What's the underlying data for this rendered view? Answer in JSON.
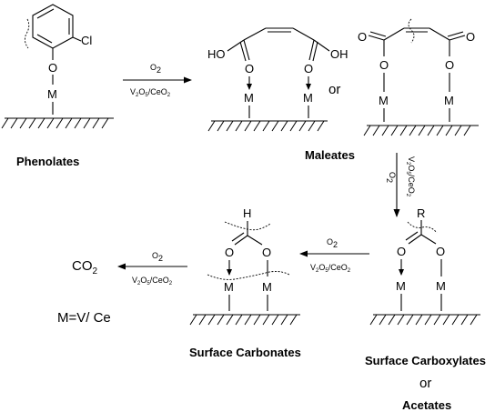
{
  "atoms": {
    "oxygen": "O",
    "metal": "M",
    "chlorine": "Cl",
    "hydroxyl": "OH",
    "hydroxyl_left": "HO",
    "hydrogen": "H",
    "r_group": "R"
  },
  "conditions": {
    "oxidant": "O",
    "oxidant_sub": "2",
    "catalyst_a": "V",
    "catalyst_sub_a": "2",
    "catalyst_b": "O",
    "catalyst_sub_b": "5",
    "catalyst_c": "/CeO",
    "catalyst_sub_c": "2"
  },
  "labels": {
    "phenolates": "Phenolates",
    "maleates": "Maleates",
    "or_maleates": "or",
    "surface_carbonates": "Surface Carbonates",
    "surface_carboxylates": "Surface Carboxylates",
    "or_carboxylates": "or",
    "acetates": "Acetates"
  },
  "products": {
    "co2_main": "CO",
    "co2_sub": "2",
    "metal_definition": "M=V/ Ce"
  }
}
